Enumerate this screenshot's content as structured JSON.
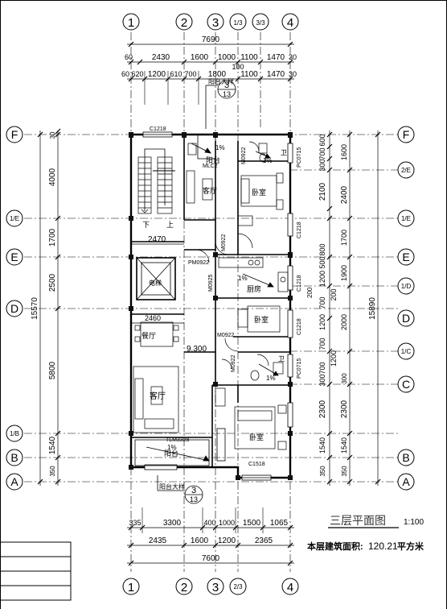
{
  "drawing": {
    "title": "三层平面图",
    "scale": "1:100",
    "area_label": "本层建筑面积:",
    "area_value": "120.21",
    "area_unit": "平方米"
  },
  "axes": {
    "top_bubbles": [
      "1",
      "2",
      "3",
      "1/3",
      "3/3",
      "4"
    ],
    "bottom_bubbles": [
      "1",
      "2",
      "3",
      "2/3",
      "4"
    ],
    "left_bubbles": [
      "F",
      "1/E",
      "E",
      "D",
      "1/B",
      "B",
      "A"
    ],
    "right_bubbles": [
      "F",
      "2/E",
      "1/E",
      "E",
      "1/D",
      "D",
      "1/C",
      "C",
      "B",
      "A"
    ]
  },
  "dimensions": {
    "top_total": "7690",
    "top_row1": [
      "60",
      "2430",
      "1600",
      "1000",
      "1100",
      "1470",
      "30"
    ],
    "top_row1_extra": "100",
    "top_row2": [
      "60",
      "620",
      "1200",
      "610",
      "700",
      "1800",
      "1100",
      "1470",
      "30"
    ],
    "bottom_row1": [
      "335",
      "3300",
      "400",
      "1000",
      "1500",
      "1065"
    ],
    "bottom_row2": [
      "2435",
      "1600",
      "1200",
      "2365"
    ],
    "bottom_total": "7600",
    "left_total": "15570",
    "left_segments": [
      "30",
      "4000",
      "1700",
      "2500",
      "5800",
      "1540",
      "350"
    ],
    "right_total": "15890",
    "right_inner": [
      "600",
      "700",
      "300",
      "2100",
      "800",
      "500",
      "1200",
      "200",
      "700",
      "1200",
      "700",
      "1200",
      "700",
      "300",
      "2300",
      "1540",
      "350"
    ],
    "right_outer": [
      "1600",
      "2400",
      "1700",
      "1900",
      "2000",
      "300",
      "2300",
      "1540",
      "350"
    ]
  },
  "rooms": {
    "balcony_top": "阳台",
    "living_top": "客厅",
    "bedroom_top": "卧室",
    "toilet_top": "卫",
    "stairs_down": "下",
    "stairs_up": "上",
    "elevator": "电梯",
    "kitchen": "厨房",
    "dining": "餐厅",
    "bedroom_mid": "卧室",
    "living_main": "客厅",
    "toilet_mid": "卫",
    "bedroom_bottom": "卧室",
    "balcony_bottom": "阳台"
  },
  "annotations": {
    "window_top": "C1218",
    "window_bottom": "C1518",
    "door_m0922_a": "M0922",
    "door_m0922_b": "M0922",
    "door_mlc2": "MLC2",
    "door_pm0922": "PM0922",
    "door_m0925": "M0925",
    "door_m0922_c": "M0922",
    "door_m0922_d": "M0922",
    "door_tlm": "TLM3328",
    "pc_top": "PC0715",
    "c_side_1": "C1218",
    "c_side_2": "C1218",
    "c_side_3": "C1218",
    "pc_mid": "PC0715",
    "slope_1": "1%",
    "slope_2": "1%",
    "slope_3": "1%",
    "slope_4": "1%",
    "slope_5": "1%",
    "elevation": "9.300",
    "label_200": "200",
    "detail_top_text": "阳台大样",
    "detail_top_num": "3",
    "detail_top_sheet": "13",
    "detail_bottom_text": "阳台大样",
    "detail_bottom_num": "3",
    "detail_bottom_sheet": "13",
    "dim_2470": "2470",
    "dim_2460": "2460"
  },
  "legend_rows": 4
}
